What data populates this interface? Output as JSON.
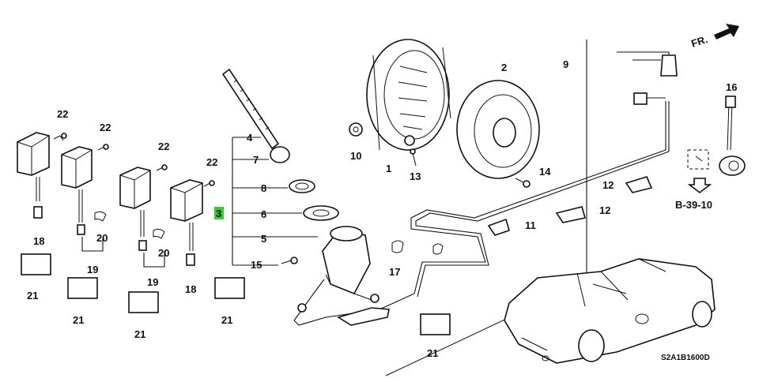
{
  "callouts": {
    "c1": "1",
    "c2": "2",
    "c3": "3",
    "c4": "4",
    "c5": "5",
    "c6": "6",
    "c7": "7",
    "c8": "8",
    "c9": "9",
    "c10": "10",
    "c11": "11",
    "c12a": "12",
    "c12b": "12",
    "c13": "13",
    "c14": "14",
    "c15": "15",
    "c16": "16",
    "c17": "17",
    "c18a": "18",
    "c18b": "18",
    "c19a": "19",
    "c19b": "19",
    "c20a": "20",
    "c20b": "20",
    "c21a": "21",
    "c21b": "21",
    "c21c": "21",
    "c21d": "21",
    "c21e": "21",
    "c22a": "22",
    "c22b": "22",
    "c22c": "22",
    "c22d": "22"
  },
  "front_arrow": "FR.",
  "reference": "B-39-10",
  "diagram_code": "S2A1B1600D",
  "colors": {
    "highlight": "#33cc33",
    "ink": "#111111"
  }
}
